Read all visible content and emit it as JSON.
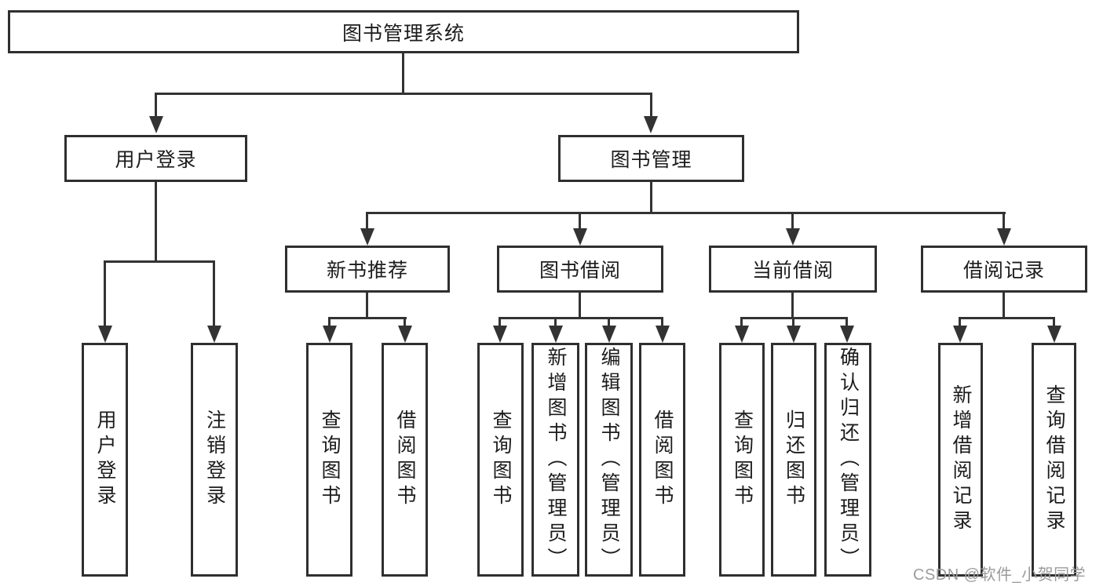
{
  "tree": {
    "label": "图书管理系统",
    "children": [
      {
        "label": "用户登录",
        "children": [
          {
            "label": "用户登录"
          },
          {
            "label": "注销登录"
          }
        ]
      },
      {
        "label": "图书管理",
        "children": [
          {
            "label": "新书推荐",
            "children": [
              {
                "label": "查询图书"
              },
              {
                "label": "借阅图书"
              }
            ]
          },
          {
            "label": "图书借阅",
            "children": [
              {
                "label": "查询图书"
              },
              {
                "label": "新增图书（管理员）"
              },
              {
                "label": "编辑图书（管理员）"
              },
              {
                "label": "借阅图书"
              }
            ]
          },
          {
            "label": "当前借阅",
            "children": [
              {
                "label": "查询图书"
              },
              {
                "label": "归还图书"
              },
              {
                "label": "确认归还（管理员）"
              }
            ]
          },
          {
            "label": "借阅记录",
            "children": [
              {
                "label": "新增借阅记录"
              },
              {
                "label": "查询借阅记录"
              }
            ]
          }
        ]
      }
    ]
  },
  "watermark": {
    "text": "CSDN @软件_小贺同学"
  },
  "colors": {
    "line": "#333333",
    "border": "#2f2f2f",
    "text": "#1c1c1c",
    "watermark": "#9b9b9b",
    "background": "#ffffff"
  }
}
